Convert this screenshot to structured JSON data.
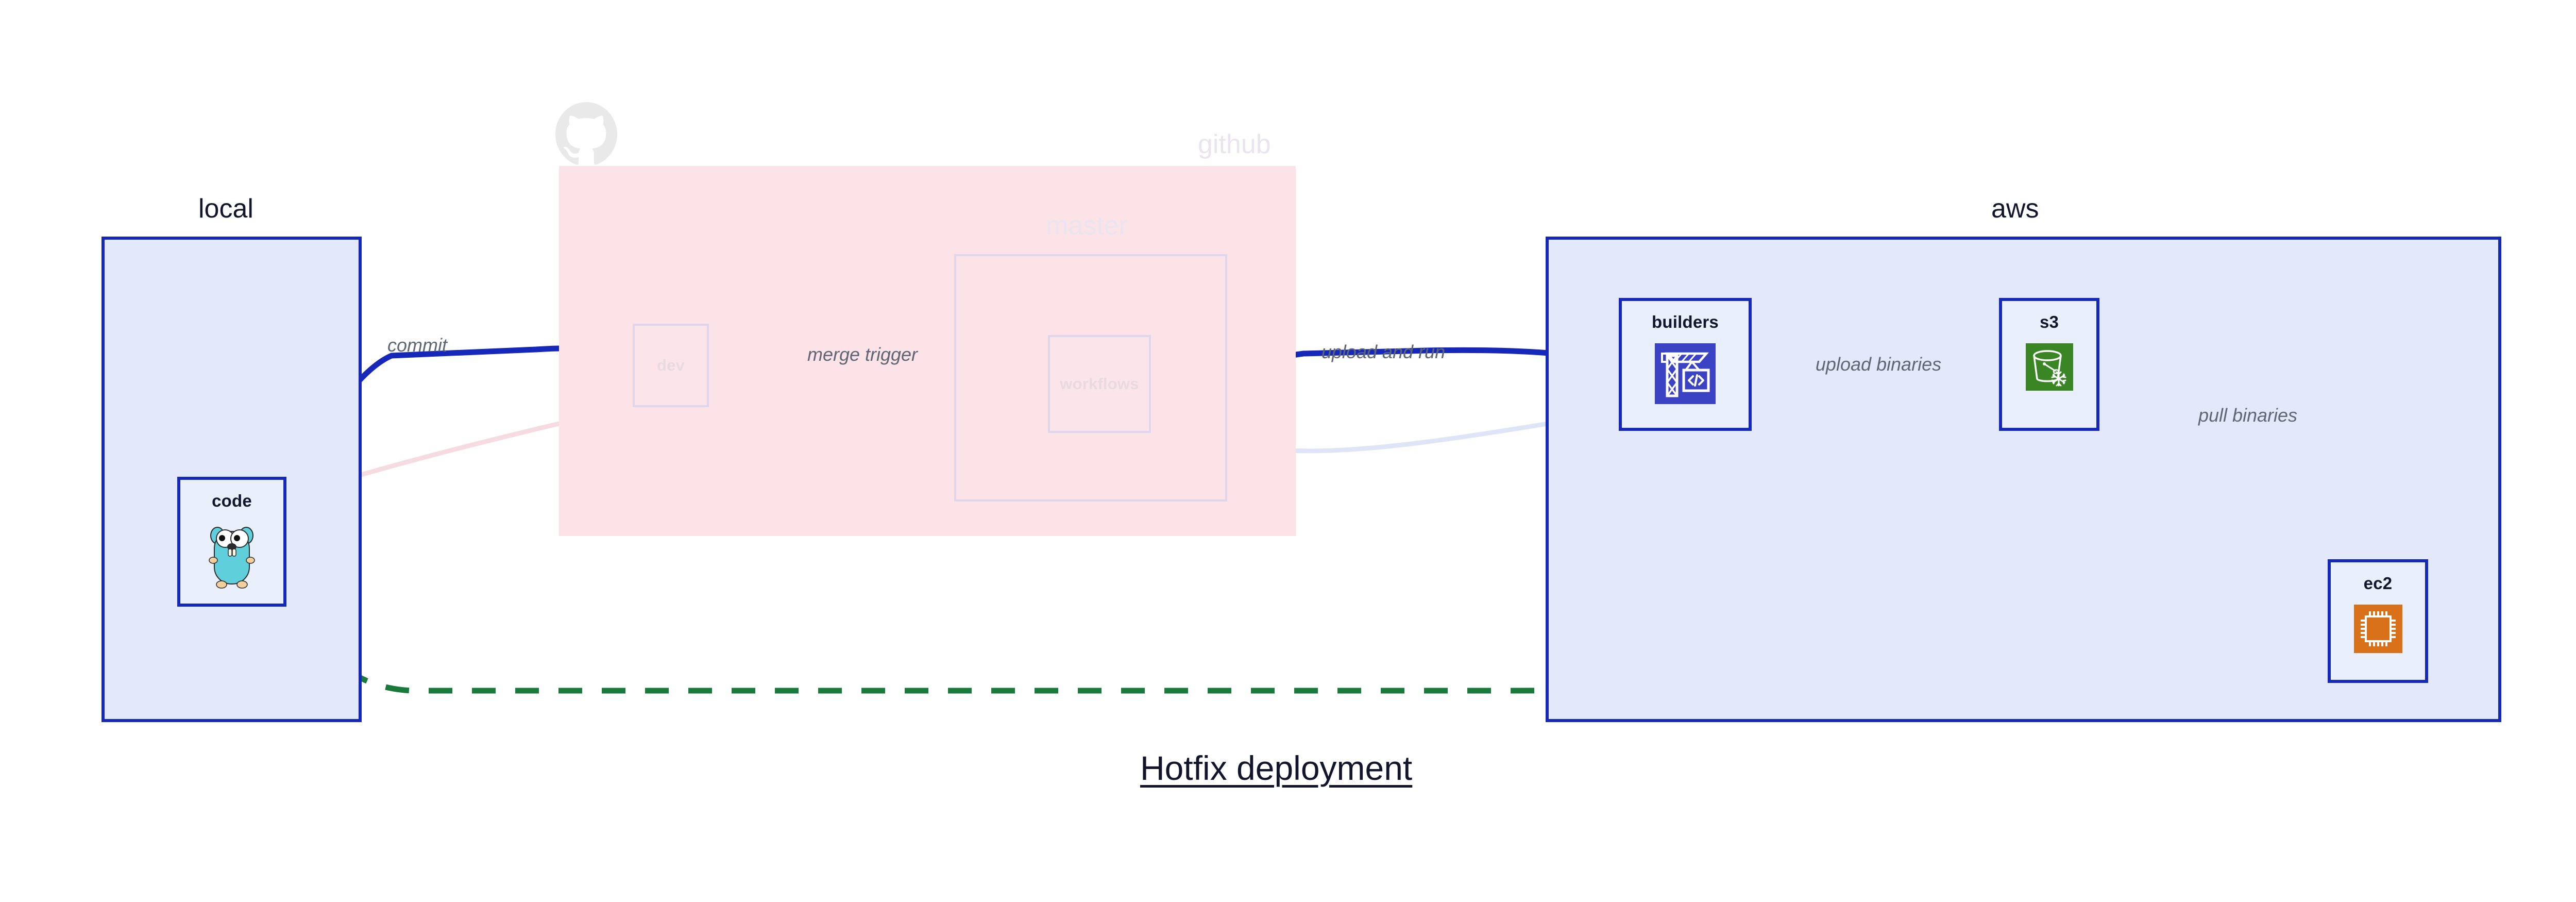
{
  "diagram": {
    "title": "Hotfix deployment",
    "groups": [
      {
        "id": "local",
        "label": "local",
        "faded": false
      },
      {
        "id": "github",
        "label": "github",
        "faded": true
      },
      {
        "id": "master",
        "label": "master",
        "faded": true
      },
      {
        "id": "aws",
        "label": "aws",
        "faded": false
      }
    ],
    "nodes": [
      {
        "id": "code",
        "label": "code",
        "icon": "go-gopher-icon",
        "faded": false
      },
      {
        "id": "dev",
        "label": "dev",
        "icon": "none",
        "faded": true
      },
      {
        "id": "workflows",
        "label": "workflows",
        "icon": "none",
        "faded": true
      },
      {
        "id": "builders",
        "label": "builders",
        "icon": "crane-code-icon",
        "faded": false
      },
      {
        "id": "s3",
        "label": "s3",
        "icon": "s3-bucket-icon",
        "faded": false
      },
      {
        "id": "ec2",
        "label": "ec2",
        "icon": "cpu-chip-icon",
        "faded": false
      }
    ],
    "edges": [
      {
        "id": "commit",
        "from": "code",
        "to": "dev",
        "label": "commit",
        "style": "solid",
        "color": "#1528ba",
        "faded": false
      },
      {
        "id": "merge-trigger",
        "from": "dev",
        "to": "workflows",
        "label": "merge trigger",
        "style": "solid",
        "color": "#1528ba",
        "faded": false
      },
      {
        "id": "upload-and-run",
        "from": "workflows",
        "to": "builders",
        "label": "upload and run",
        "style": "solid",
        "color": "#1528ba",
        "faded": false
      },
      {
        "id": "upload-binaries",
        "from": "builders",
        "to": "s3",
        "label": "upload binaries",
        "style": "solid",
        "color": "#1528ba",
        "faded": false
      },
      {
        "id": "pull-binaries",
        "from": "s3",
        "to": "ec2",
        "label": "pull binaries",
        "style": "solid",
        "color": "#1528ba",
        "faded": false
      },
      {
        "id": "hotfix-direct",
        "from": "code",
        "to": "ec2",
        "label": "",
        "style": "dashed",
        "color": "#1a7a3c",
        "faded": false
      },
      {
        "id": "ghost-code-dev",
        "from": "code",
        "to": "dev",
        "label": "",
        "style": "solid",
        "color": "#f6dbe2",
        "faded": true
      },
      {
        "id": "ghost-dev-wf",
        "from": "dev",
        "to": "workflows",
        "label": "",
        "style": "solid",
        "color": "#e3dcf2",
        "faded": true
      },
      {
        "id": "ghost-wf-build",
        "from": "workflows",
        "to": "builders",
        "label": "",
        "style": "solid",
        "color": "#e0e7f8",
        "faded": true
      }
    ],
    "icons": {
      "octocat": "github-octocat-icon"
    },
    "colors": {
      "node_border": "#1528ba",
      "node_fill": "#eaeffc",
      "group_fill_blue": "#e3e9fb",
      "group_fill_pink": "#fbe3e8",
      "edge_blue": "#1528ba",
      "edge_green": "#1a7a3c",
      "label_gray": "#5f6673",
      "builders_icon_bg": "#3b43c4",
      "s3_icon_bg": "#3a8524",
      "ec2_icon_bg": "#d9701a",
      "gopher_body": "#5fd0db"
    }
  }
}
